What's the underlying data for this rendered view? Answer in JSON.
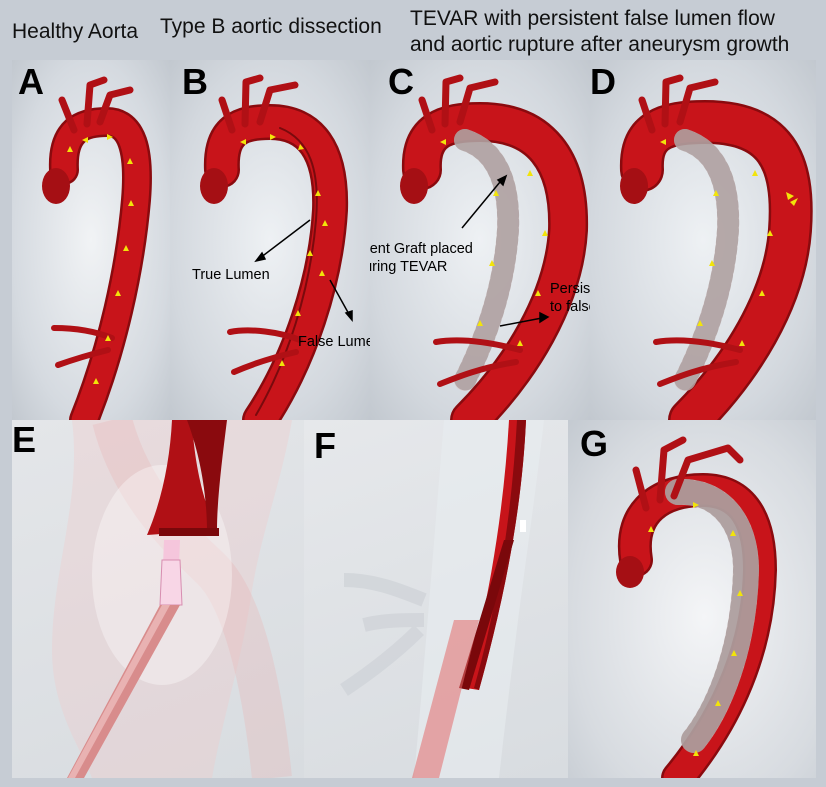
{
  "headers": {
    "healthy": "Healthy Aorta",
    "typeb": "Type B aortic dissection",
    "tevar_line1": "TEVAR with persistent false lumen flow",
    "tevar_line2": "and aortic rupture after aneurysm growth"
  },
  "panels": {
    "a": "A",
    "b": "B",
    "c": "C",
    "d": "D",
    "e": "E",
    "f": "F",
    "g": "G"
  },
  "annotations": {
    "true_lumen": "True Lumen",
    "false_lumen": "False Lumen",
    "stent_line1": "Stent Graft placed",
    "stent_line2": "during TEVAR",
    "persist_line1": "Persistent blood flow",
    "persist_line2": "to false lumen"
  },
  "colors": {
    "aorta": "#c8141a",
    "aorta_dark": "#8a0a0e",
    "flow_arrow": "#f2e40a",
    "background": "#c6ccd4"
  }
}
